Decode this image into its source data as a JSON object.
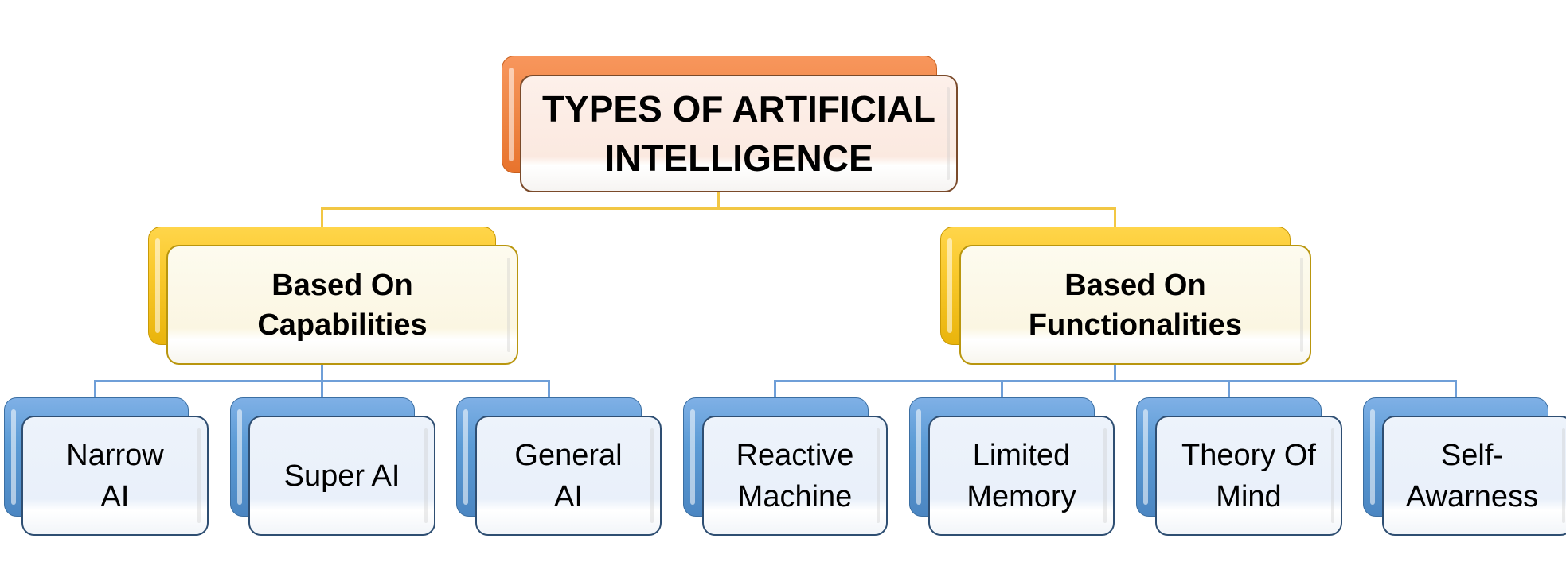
{
  "root": {
    "label_line1": "TYPES OF ARTIFICIAL",
    "label_line2": "INTELLIGENCE",
    "color": "#f08a4b"
  },
  "branches": [
    {
      "label_line1": "Based On",
      "label_line2": "Capabilities",
      "color": "#f9c92c",
      "children": [
        {
          "line1": "Narrow",
          "line2": "AI"
        },
        {
          "line1": "Super AI",
          "line2": ""
        },
        {
          "line1": "General",
          "line2": "AI"
        }
      ]
    },
    {
      "label_line1": "Based On",
      "label_line2": "Functionalities",
      "color": "#f9c92c",
      "children": [
        {
          "line1": "Reactive",
          "line2": "Machine"
        },
        {
          "line1": "Limited",
          "line2": "Memory"
        },
        {
          "line1": "Theory Of",
          "line2": "Mind"
        },
        {
          "line1": "Self-",
          "line2": "Awarness"
        }
      ]
    }
  ],
  "leaf_color": "#5b9bd5",
  "connector_colors": {
    "upper": "#f2c744",
    "lower": "#6f9fd8"
  }
}
